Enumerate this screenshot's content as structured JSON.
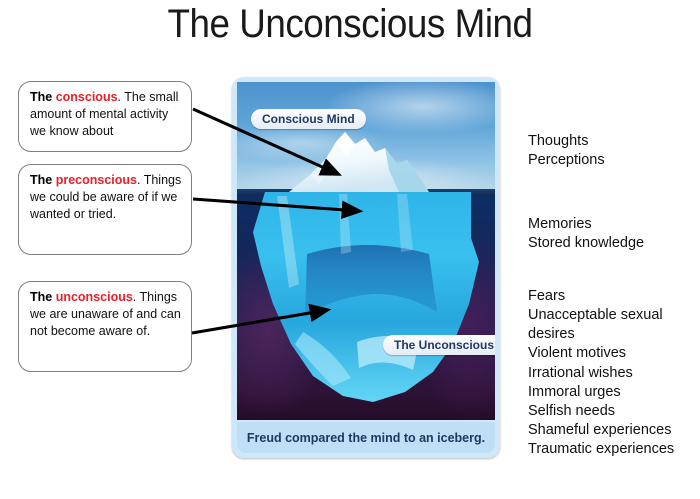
{
  "title": "The Unconscious Mind",
  "callouts": [
    {
      "id": "conscious",
      "lead": "The ",
      "term": "conscious",
      "rest": ".  The small amount of mental activity we know about"
    },
    {
      "id": "preconscious",
      "lead": "The ",
      "term": "preconscious",
      "rest": ". Things we could be aware of if we wanted or tried."
    },
    {
      "id": "unconscious",
      "lead": "The ",
      "term": "unconscious",
      "rest": ". Things we are unaware of and can not become aware of."
    }
  ],
  "iceberg": {
    "label_top": "Conscious Mind",
    "label_bottom": "The Unconscious",
    "caption": "Freud compared the mind to an iceberg."
  },
  "keywords": {
    "conscious": [
      "Thoughts",
      "Perceptions"
    ],
    "preconscious": [
      "Memories",
      "Stored knowledge"
    ],
    "unconscious": [
      "Fears",
      "Unacceptable sexual",
      "desires",
      "Violent motives",
      "Irrational wishes",
      "Immoral urges",
      "Selfish needs",
      "Shameful experiences",
      "Traumatic experiences"
    ]
  },
  "colors": {
    "term_red": "#e8202a",
    "label_navy": "#1f3864",
    "caption_bg": "#bfdff7",
    "card_bg": "#cfe7fa",
    "arrow": "#000000"
  }
}
